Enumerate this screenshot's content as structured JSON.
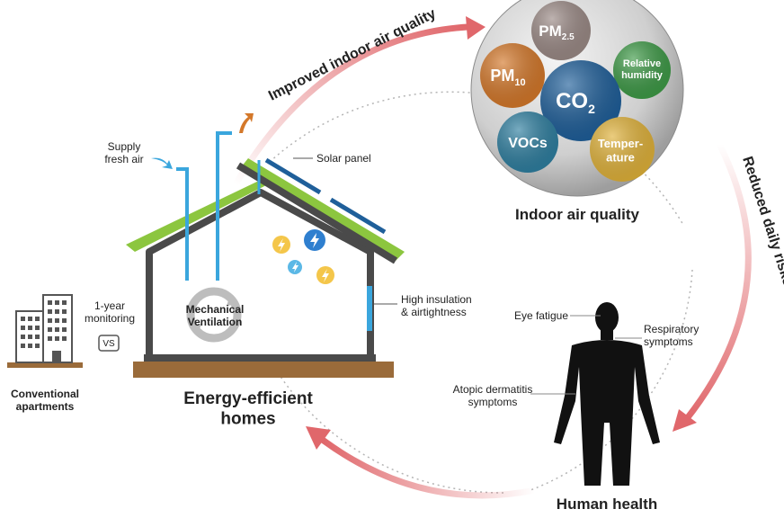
{
  "colors": {
    "accent_arrow": "#e0676b",
    "roof_green": "#8cc63f",
    "house_wall": "#4a4a4a",
    "ground": "#9a6b3a",
    "pipe_blue": "#3aa6dd",
    "pm25": "#9b8a86",
    "pm10": "#d4782a",
    "co2": "#1f5f9a",
    "humidity": "#3e9a47",
    "vocs": "#2f7fa0",
    "temperature": "#e0b23a"
  },
  "left": {
    "monitoring": "1-year\nmonitoring",
    "vs": "VS",
    "conventional": "Conventional\napartments"
  },
  "house": {
    "supply_air": "Supply\nfresh air",
    "solar_panel": "Solar panel",
    "ventilation": "Mechanical\nVentilation",
    "insulation": "High insulation\n& airtightness",
    "title": "Energy-efficient\nhomes"
  },
  "cycle": {
    "improved": "Improved indoor air quality",
    "reduced": "Reduced daily risks of symptoms"
  },
  "iaq": {
    "title": "Indoor air quality",
    "pm25_base": "PM",
    "pm25_sub": "2.5",
    "pm10_base": "PM",
    "pm10_sub": "10",
    "co2_base": "CO",
    "co2_sub": "2",
    "humidity": "Relative\nhumidity",
    "vocs": "VOCs",
    "temperature": "Temper-\nature"
  },
  "health": {
    "eye": "Eye fatigue",
    "respiratory": "Respiratory\nsymptoms",
    "atopic": "Atopic dermatitis\nsymptoms",
    "title": "Human health"
  }
}
